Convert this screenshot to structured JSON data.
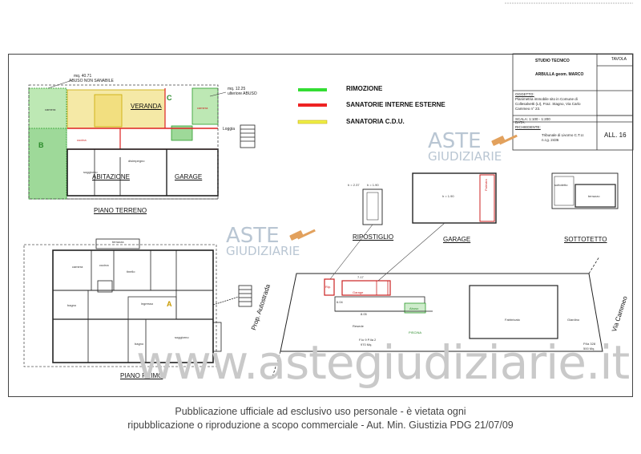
{
  "top_strip": "",
  "legend": [
    {
      "label": "RIMOZIONE",
      "color": "#33dd33"
    },
    {
      "label": "SANATORIE INTERNE ESTERNE",
      "color": "#ee2222"
    },
    {
      "label": "SANATORIA C.D.U.",
      "color": "#eeee33"
    }
  ],
  "title_block": {
    "studio": "STUDIO TECNICO",
    "tavola": "TAVOLA",
    "engineer": "ARBULLA geom. MARCO",
    "oggetto_label": "OGGETTO:",
    "oggetto_text": "Planimetria immobile sito in Comune di Collesalvetti (LI), Fraz. Stagno, Via Carlo Cammeo n° 23.",
    "scala": "SCALA: 1:100 - 1:200",
    "data": "DATA:",
    "richiedente_label": "RICHIEDENTE:",
    "richiedente_text": "Tribunale di Livorno C.T.U. n.r.g. 2436",
    "all": "ALL. 16"
  },
  "plans": {
    "piano_terreno": "PIANO TERRENO",
    "piano_primo": "PIANO PRIMO",
    "ripostiglio": "RIPOSTIGLIO",
    "garage": "GARAGE",
    "sottotetto": "SOTTOTETTO"
  },
  "room_labels": {
    "veranda": "VERANDA",
    "abitazione": "ABITAZIONE",
    "garage_room": "GARAGE",
    "abuso1": "mq. 40.71",
    "abuso1b": "ABUSO NON SANABILE",
    "abuso2": "mq. 12.25",
    "abuso2b": "ulteriore ABUSO",
    "loggia": "Loggia",
    "label_b": "B",
    "label_c": "C",
    "label_a": "A",
    "camera": "camera",
    "cucina": "cucina",
    "soggiorno": "soggiorno",
    "disimpegno": "disimpegno",
    "bagno": "bagno",
    "ingresso": "ingresso",
    "terrazza": "terrazza",
    "tinello": "tinello",
    "palestra": "Palestra",
    "h_garage": "h = 1.90",
    "h_rip1": "h = 2.37",
    "h_rip2": "h = 1.90",
    "sottotetto_label": "sottotetto",
    "terrazzo": "terrazzo"
  },
  "site": {
    "road_left": "Prop. Autostrada",
    "road_right": "Via Cammeo",
    "fabbricato": "Fabbricato",
    "giardino": "Giardino",
    "resede": "Resede",
    "piscina": "PISCINA",
    "foglio": "F.lo 9 P.lla 2",
    "foglio_mq": "970 Mq.",
    "right_p": "P.lla 328",
    "right_mq": "500 Mq.",
    "rip": "Rip.",
    "garage_s": "Garage",
    "abuso_s": "Abuso",
    "dim1": "7.17",
    "dim2": "8.05",
    "dim3": "6.04"
  },
  "watermarks": {
    "aste": "ASTE",
    "giudiziarie": "GIUDIZIARIE",
    "url": "www.astegiudiziarie.it"
  },
  "footer": {
    "line1": "Pubblicazione ufficiale ad esclusivo uso personale - è vietata ogni",
    "line2": "ripubblicazione o riproduzione a scopo commerciale - Aut. Min. Giustizia PDG 21/07/09"
  }
}
